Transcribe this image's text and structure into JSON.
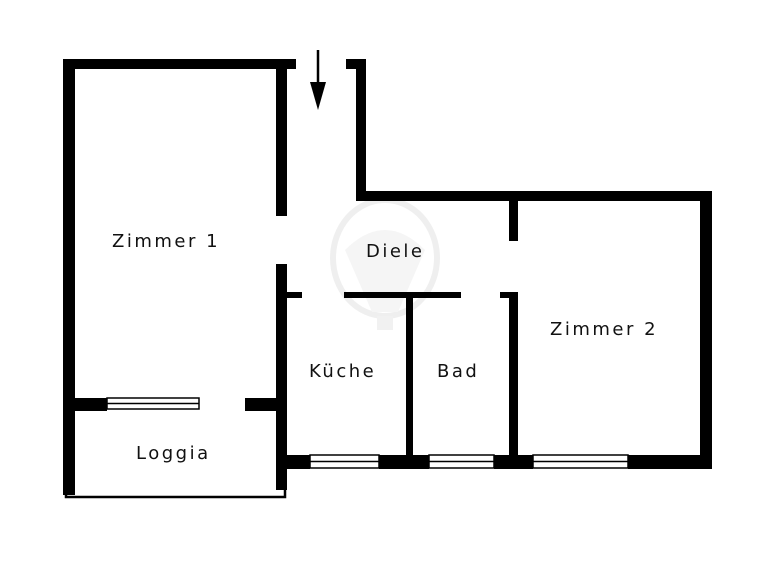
{
  "plan": {
    "rooms": {
      "zimmer1": "Zimmer 1",
      "diele": "Diele",
      "zimmer2": "Zimmer 2",
      "kueche": "Küche",
      "bad": "Bad",
      "loggia": "Loggia"
    },
    "entrance_icon": "arrow-down-icon",
    "watermark_icon": "balloon-logo-icon",
    "colors": {
      "wall": "#000000",
      "background": "#ffffff",
      "watermark": "#e6e6e6"
    }
  }
}
